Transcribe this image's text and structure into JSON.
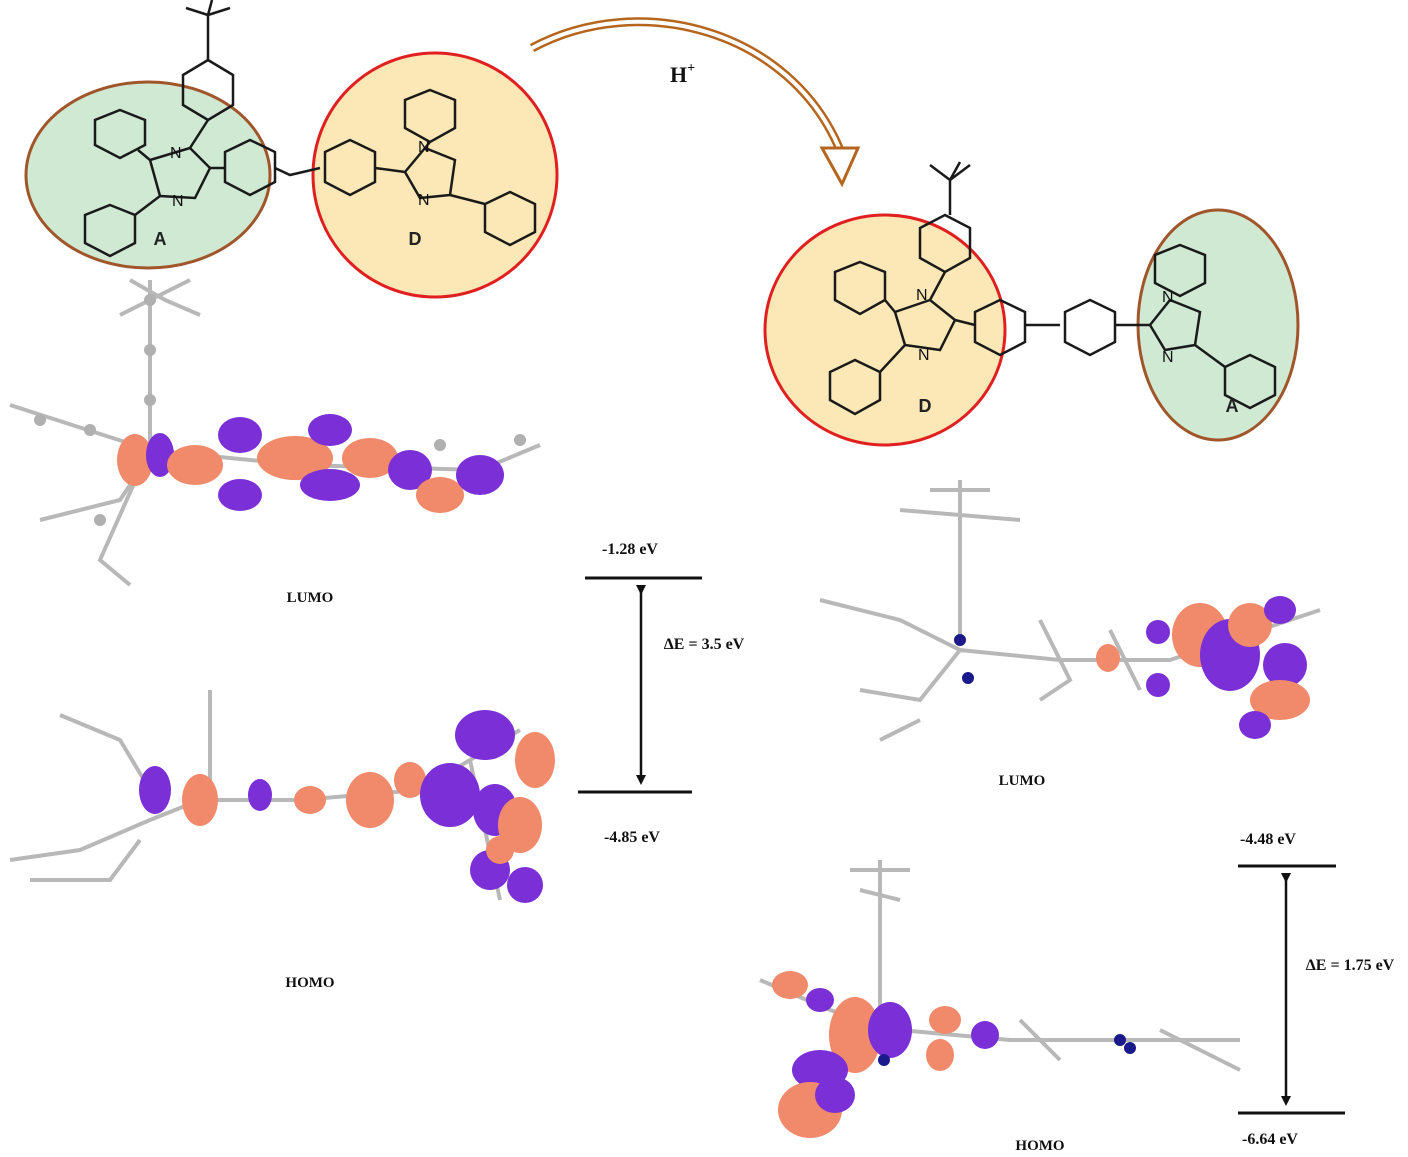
{
  "reaction": {
    "reagent": "H",
    "reagent_sup": "+"
  },
  "molecule_neutral": {
    "acceptor_label": "A",
    "donor_label": "D"
  },
  "molecule_protonated": {
    "donor_label": "D",
    "acceptor_label": "A"
  },
  "atoms": {
    "n1": "N",
    "n2": "N",
    "n3": "N",
    "n4": "N",
    "n5": "N",
    "n6": "N",
    "n7": "N",
    "n8": "N"
  },
  "neutral_orbitals": {
    "lumo_label": "LUMO",
    "homo_label": "HOMO",
    "lumo_energy": "-1.28 eV",
    "homo_energy": "-4.85 eV",
    "gap": "ΔE = 3.5 eV"
  },
  "protonated_orbitals": {
    "lumo_label": "LUMO",
    "homo_label": "HOMO",
    "lumo_energy": "-4.48 eV",
    "homo_energy": "-6.64 eV",
    "gap": "ΔE = 1.75 eV"
  },
  "colors": {
    "acceptor_fill": "#cfe9d3",
    "donor_fill": "#fbe8b6",
    "acceptor_ring": "#a0562a",
    "donor_ring": "#e02020",
    "lobe_purple": "#7b2fd6",
    "lobe_salmon": "#f08a6a",
    "arrow": "#b5651d"
  }
}
